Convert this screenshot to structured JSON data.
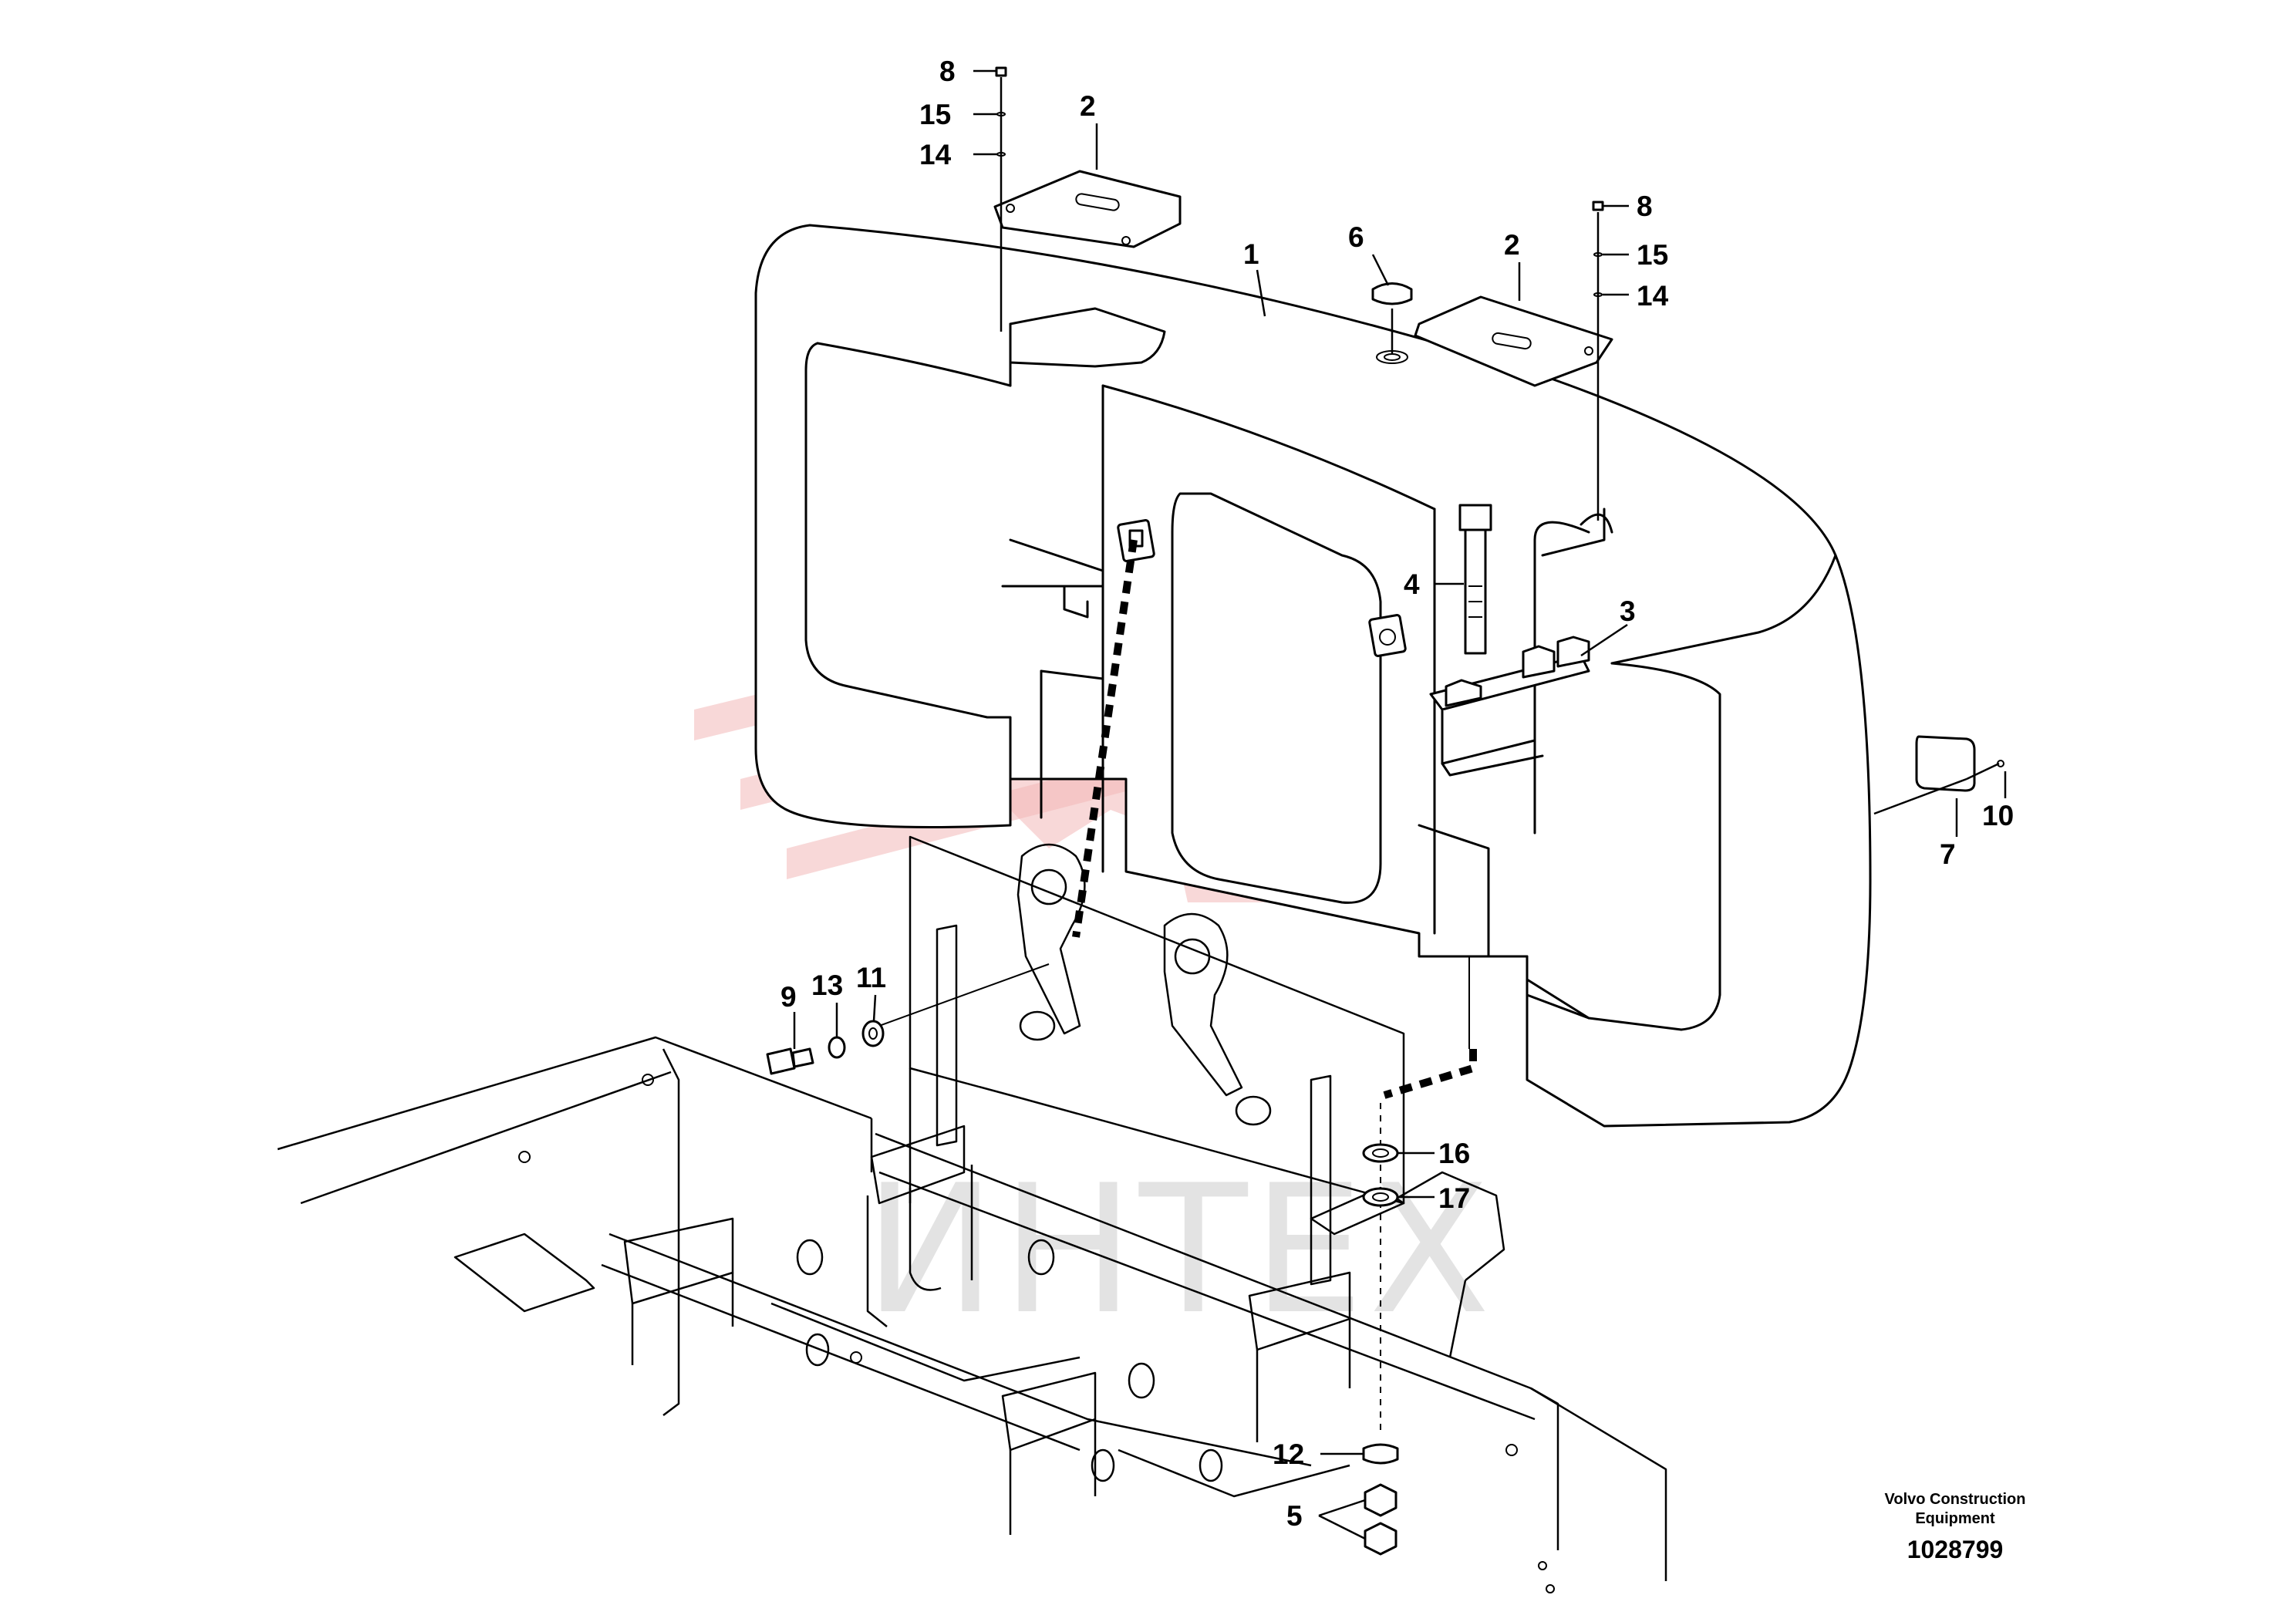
{
  "watermark": {
    "text": "ИНТЕХ",
    "colors": {
      "red": "#f2b8b8",
      "grey": "#d8d8d8"
    }
  },
  "caption": {
    "line1": "Volvo Construction",
    "line2": "Equipment",
    "number": "1028799"
  },
  "callouts": [
    {
      "id": "c8a",
      "label": "8"
    },
    {
      "id": "c15a",
      "label": "15"
    },
    {
      "id": "c14a",
      "label": "14"
    },
    {
      "id": "c2a",
      "label": "2"
    },
    {
      "id": "c1",
      "label": "1"
    },
    {
      "id": "c6",
      "label": "6"
    },
    {
      "id": "c2b",
      "label": "2"
    },
    {
      "id": "c8b",
      "label": "8"
    },
    {
      "id": "c15b",
      "label": "15"
    },
    {
      "id": "c14b",
      "label": "14"
    },
    {
      "id": "c4",
      "label": "4"
    },
    {
      "id": "c3",
      "label": "3"
    },
    {
      "id": "c7",
      "label": "7"
    },
    {
      "id": "c10",
      "label": "10"
    },
    {
      "id": "c9",
      "label": "9"
    },
    {
      "id": "c13",
      "label": "13"
    },
    {
      "id": "c11",
      "label": "11"
    },
    {
      "id": "c16",
      "label": "16"
    },
    {
      "id": "c17",
      "label": "17"
    },
    {
      "id": "c12",
      "label": "12"
    },
    {
      "id": "c5",
      "label": "5"
    }
  ]
}
